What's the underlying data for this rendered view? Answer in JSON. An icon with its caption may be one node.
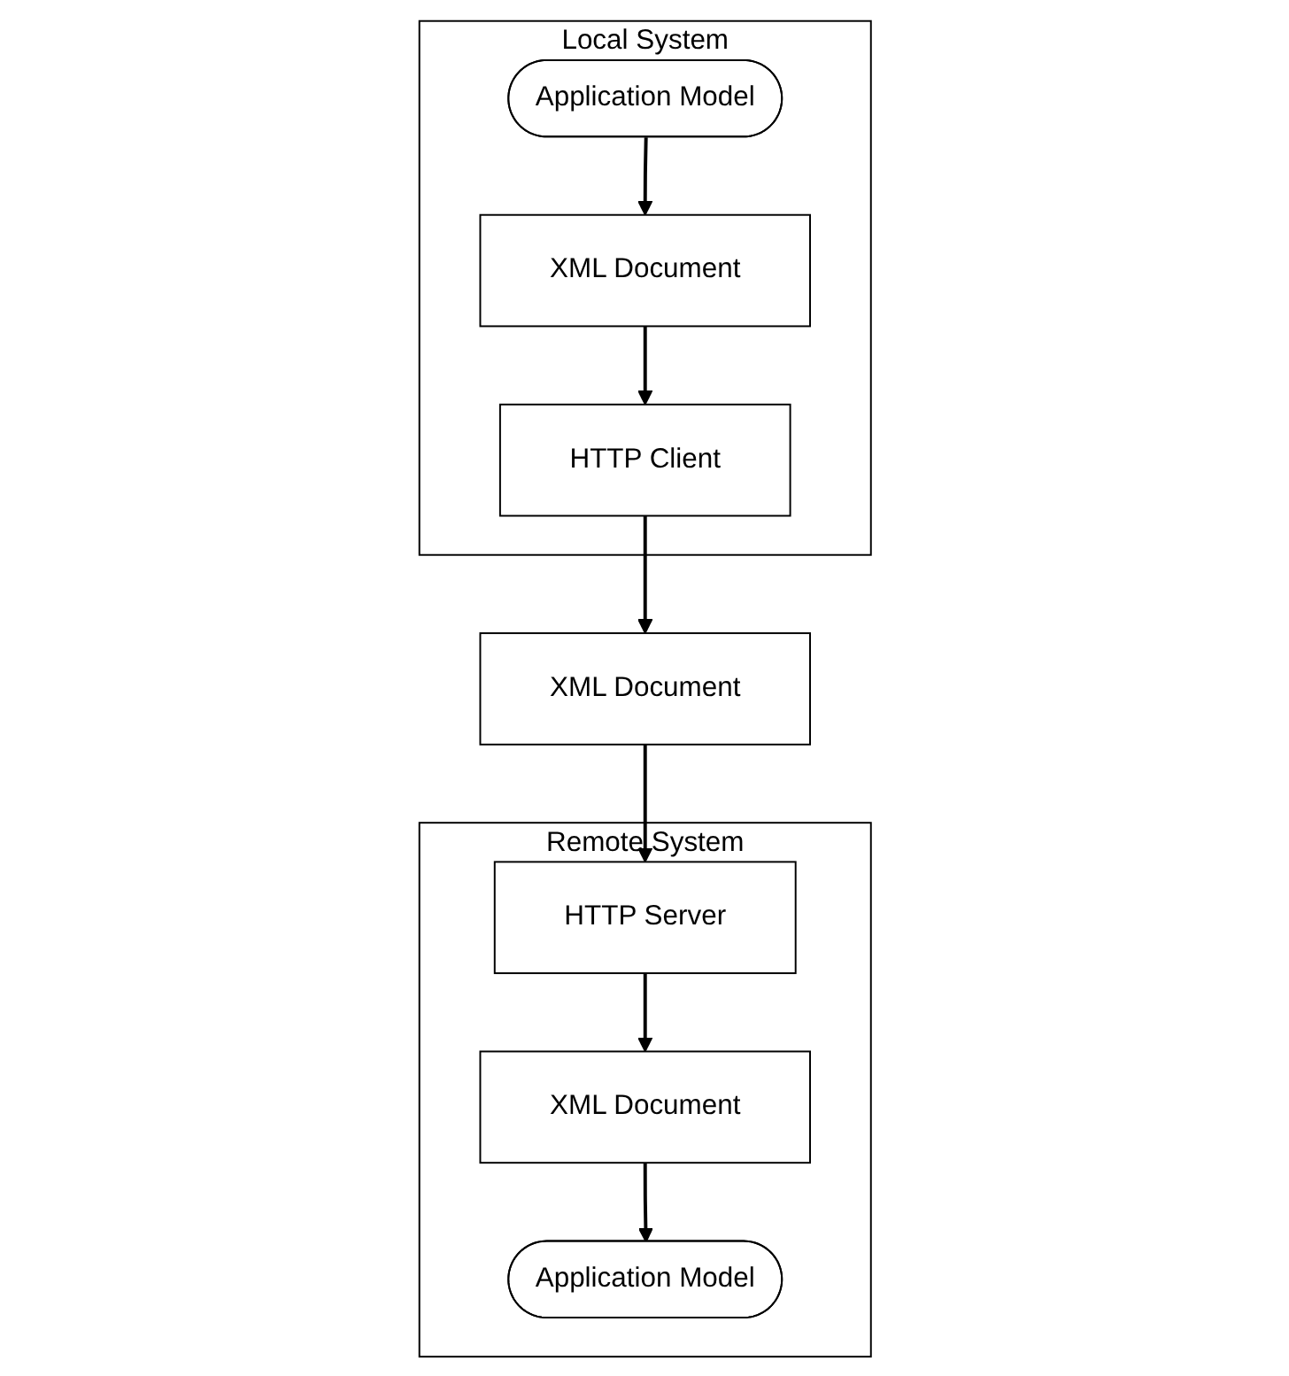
{
  "diagram": {
    "nodes": [
      {
        "text": [
          "Local System"
        ]
      },
      {
        "text": [
          "Application Model"
        ],
        "in": 0
      },
      {
        "text": [
          "XML Document"
        ],
        "in": 0
      },
      {
        "text": [
          "HTTP Client"
        ],
        "in": 0
      },
      {
        "text": [
          "XML Document"
        ]
      },
      {
        "text": [
          "Remote System"
        ]
      },
      {
        "text": [
          "HTTP Server"
        ],
        "in": 5
      },
      {
        "text": [
          "XML Document"
        ],
        "in": 5
      },
      {
        "text": [
          "Application Model"
        ],
        "in": 5
      }
    ],
    "edges": [
      {
        "from": 1,
        "to": 2,
        "arrow": "to"
      },
      {
        "from": 2,
        "to": 3,
        "arrow": "to"
      },
      {
        "from": 3,
        "to": 4,
        "arrow": "to"
      },
      {
        "from": 4,
        "to": 6,
        "arrow": "to"
      },
      {
        "from": 6,
        "to": 7,
        "arrow": "to"
      },
      {
        "from": 7,
        "to": 8,
        "arrow": "to"
      }
    ]
  }
}
